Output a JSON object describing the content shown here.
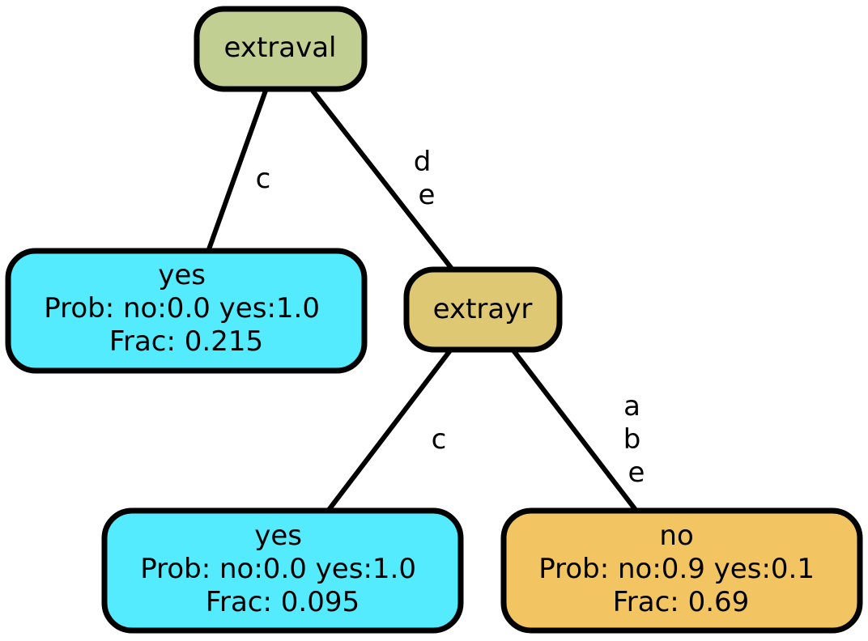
{
  "colors": {
    "root_fill": "#c2cf93",
    "split_fill": "#dec873",
    "leaf_yes_fill": "#55ebff",
    "leaf_no_fill": "#f2c462",
    "stroke": "#000000"
  },
  "nodes": {
    "root": {
      "label": "extraval"
    },
    "leaf_yes_1": {
      "label": "yes",
      "prob": "Prob: no:0.0 yes:1.0",
      "frac": "Frac: 0.215"
    },
    "split_extrayr": {
      "label": "extrayr"
    },
    "leaf_yes_2": {
      "label": "yes",
      "prob": "Prob: no:0.0 yes:1.0",
      "frac": "Frac: 0.095"
    },
    "leaf_no": {
      "label": "no",
      "prob": "Prob: no:0.9 yes:0.1",
      "frac": "Frac: 0.69"
    }
  },
  "edges": {
    "root_to_leaf_yes_1": {
      "lines": [
        "c"
      ]
    },
    "root_to_extrayr": {
      "lines": [
        "d",
        "e"
      ]
    },
    "extrayr_to_leaf_yes_2": {
      "lines": [
        "c"
      ]
    },
    "extrayr_to_leaf_no": {
      "lines": [
        "a",
        "b",
        "e"
      ]
    }
  }
}
